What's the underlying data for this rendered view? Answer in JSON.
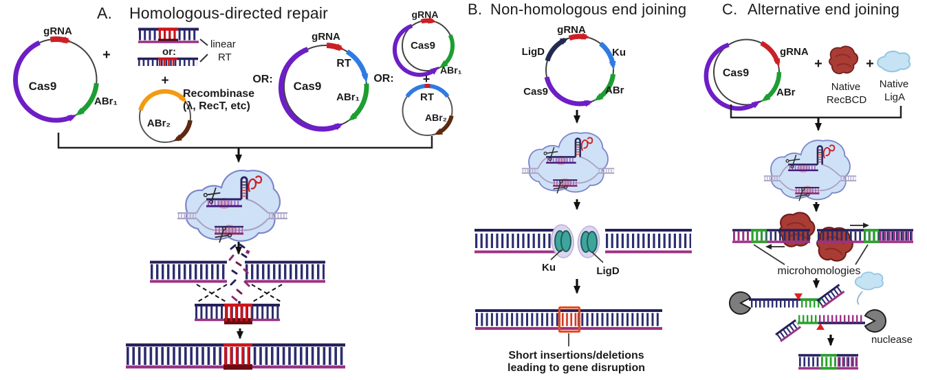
{
  "panel_a": {
    "label": "A.",
    "title": "Homologous-directed repair",
    "plasmid1": {
      "grna": "gRNA",
      "cas9": "Cas9",
      "abr1": "ABr₁"
    },
    "plus1": "+",
    "donor": {
      "or": "or:",
      "linear": "linear",
      "rt": "RT"
    },
    "plus2": "+",
    "recombinase": {
      "line1": "Recombinase",
      "line2": "(λ, RecT, etc)",
      "abr2": "ABr₂"
    },
    "or1": "OR:",
    "plasmid2": {
      "grna": "gRNA",
      "rt": "RT",
      "cas9": "Cas9",
      "abr1": "ABr₁"
    },
    "or2": "OR:",
    "plasmid3": {
      "grna": "gRNA",
      "cas9": "Cas9",
      "abr1": "ABr₁"
    },
    "plus3": "+",
    "plasmid4": {
      "rt": "RT",
      "abr2": "ABr₂"
    }
  },
  "panel_b": {
    "label": "B.",
    "title": "Non-homologous end joining",
    "plasmid": {
      "ligd": "LigD",
      "grna": "gRNA",
      "ku": "Ku",
      "abr": "ABr",
      "cas9": "Cas9"
    },
    "ku_label": "Ku",
    "ligd_label": "LigD",
    "caption1": "Short insertions/deletions",
    "caption2": "leading to gene disruption"
  },
  "panel_c": {
    "label": "C.",
    "title": "Alternative end joining",
    "plasmid": {
      "cas9": "Cas9",
      "grna": "gRNA",
      "abr": "ABr"
    },
    "plus1": "+",
    "recbcd_line1": "Native",
    "recbcd_line2": "RecBCD",
    "plus2": "+",
    "liga_line1": "Native",
    "liga_line2": "LigA",
    "microhomologies": "microhomologies",
    "nuclease": "nuclease"
  },
  "colors": {
    "cas9_purple": "#6d1ec6",
    "abr_green": "#1d9e32",
    "grna_red": "#cb2026",
    "rt_ku_blue": "#2f7be3",
    "ligd_navy": "#232a52",
    "recombinase_orange": "#f29b12",
    "abr2_brown": "#5e2912",
    "dna_navy_rail": "#251f5a",
    "dna_rung": "#2b2d6e",
    "dna_magenta_rail": "#9c3185",
    "insert_red": "#cf1318",
    "insert_dark_red": "#6b0d12",
    "microhomology_green": "#28a428",
    "rnp_blob_fill": "#cfe1f7",
    "rnp_blob_stroke": "#7b86c8",
    "recbcd_red": "#a93c34",
    "liga_blue": "#c6e3f4",
    "ku_teal": "#3fa49c",
    "nuclease_gray": "#7d7d7d"
  }
}
